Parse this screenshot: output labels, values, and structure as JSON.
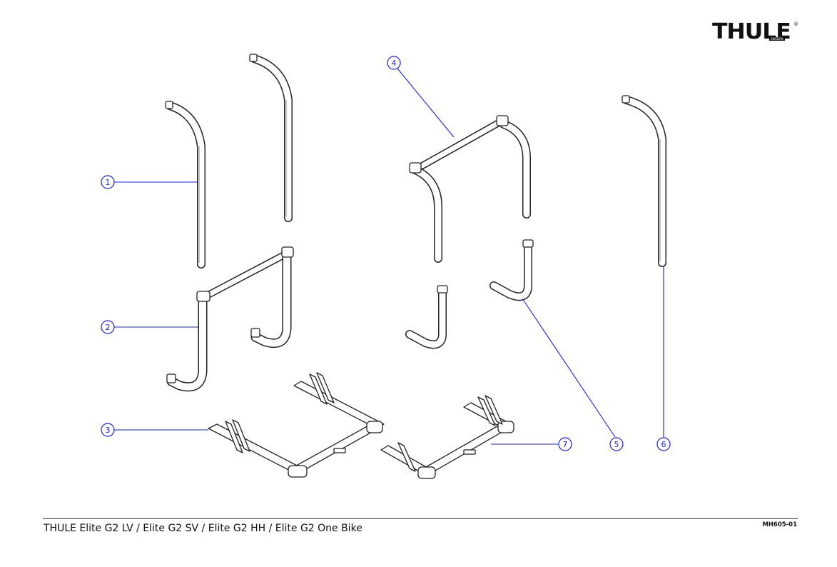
{
  "brand": {
    "logo_text": "THULE",
    "logo_subtext": "SWEDEN",
    "registered_mark": "®"
  },
  "diagram": {
    "callouts": [
      {
        "number": "1"
      },
      {
        "number": "2"
      },
      {
        "number": "3"
      },
      {
        "number": "4"
      },
      {
        "number": "5"
      },
      {
        "number": "6"
      },
      {
        "number": "7"
      }
    ]
  },
  "footer": {
    "title": "THULE Elite G2 LV / Elite G2 SV / Elite G2 HH / Elite G2 One Bike",
    "doc_code": "MH605-01"
  }
}
